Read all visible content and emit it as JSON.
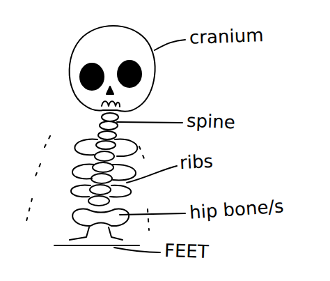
{
  "diagram": {
    "labels": [
      "cranium",
      "spine",
      "ribs",
      "hip bone/s",
      "FEET"
    ]
  }
}
